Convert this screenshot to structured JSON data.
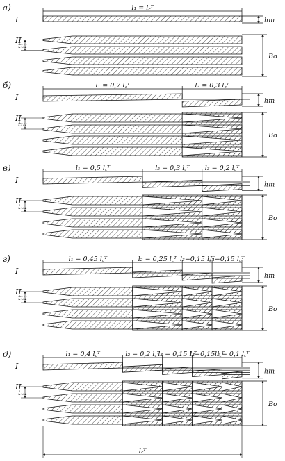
{
  "panels": [
    {
      "section": "а)",
      "top": "I",
      "bottom": "II",
      "segments": [
        "l₁ = l꜀ᵀ"
      ],
      "h": "hт",
      "b": "Bо",
      "t": "tш"
    },
    {
      "section": "б)",
      "top": "I",
      "bottom": "II",
      "segments": [
        "l₁ = 0,7 l꜀ᵀ",
        "l₂ = 0,3 l꜀ᵀ"
      ],
      "h": "hт",
      "b": "Bо",
      "t": "tш"
    },
    {
      "section": "в)",
      "top": "I",
      "bottom": "II",
      "segments": [
        "l₁ = 0,5 l꜀ᵀ",
        "l₂ = 0,3 l꜀ᵀ",
        "l₃ = 0,2 l꜀ᵀ"
      ],
      "h": "hт",
      "b": "Bо",
      "t": "tш"
    },
    {
      "section": "г)",
      "top": "I",
      "bottom": "II",
      "segments": [
        "l₁ = 0,45 l꜀ᵀ",
        "l₂ = 0,25 l꜀ᵀ",
        "l₃=0,15 l꜀ᵀ",
        "l₄=0,15 l꜀ᵀ"
      ],
      "h": "hт",
      "b": "Bо",
      "t": "tш"
    },
    {
      "section": "д)",
      "top": "I",
      "bottom": "II",
      "segments": [
        "l₁ = 0,4 l꜀ᵀ",
        "l₂ = 0,2 l꜀ᵀ",
        "l₃ = 0,15 l꜀ᵀ",
        "l₄=0,15 l꜀ᵀ",
        "l₅ = 0,1 l꜀ᵀ"
      ],
      "h": "hт",
      "b": "Bо",
      "t": "tш",
      "total": "l꜀ᵀ"
    }
  ]
}
